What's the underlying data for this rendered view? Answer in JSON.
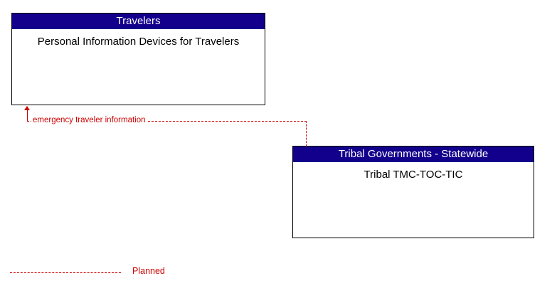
{
  "diagram": {
    "type": "interface-flow-diagram",
    "nodes": [
      {
        "id": "travelers",
        "header": "Travelers",
        "title": "Personal Information Devices for Travelers"
      },
      {
        "id": "tribal",
        "header": "Tribal Governments - Statewide",
        "title": "Tribal TMC-TOC-TIC"
      }
    ],
    "flows": [
      {
        "label": "emergency traveler information",
        "from": "tribal",
        "to": "travelers",
        "style": "dashed",
        "color": "#cc0000"
      }
    ],
    "legend": {
      "items": [
        {
          "label": "Planned",
          "style": "dashed",
          "color": "#cc0000"
        }
      ]
    },
    "colors": {
      "header_bg": "#12008c",
      "header_text": "#ffffff",
      "flow": "#cc0000",
      "border": "#000000"
    }
  }
}
